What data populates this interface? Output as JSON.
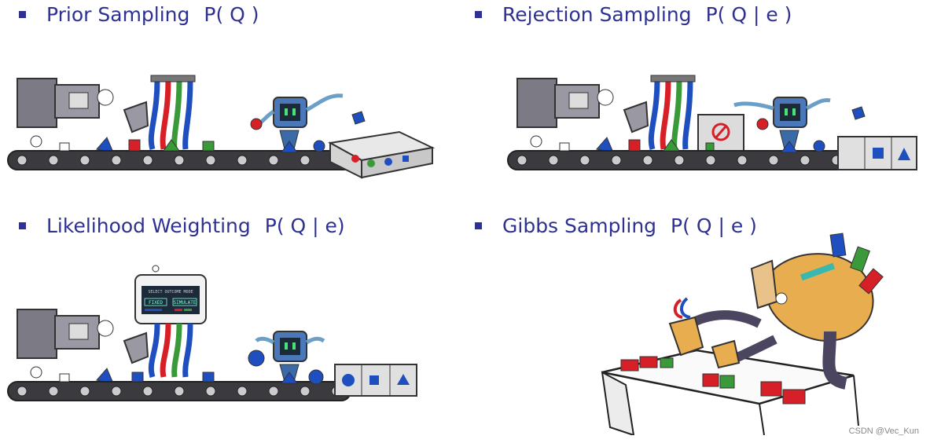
{
  "sections": [
    {
      "id": "prior",
      "label": "Prior Sampling",
      "formula": "P( Q )"
    },
    {
      "id": "rejection",
      "label": "Rejection Sampling",
      "formula": "P( Q | e )"
    },
    {
      "id": "likelihood",
      "label": "Likelihood Weighting",
      "formula": "P( Q | e)"
    },
    {
      "id": "gibbs",
      "label": "Gibbs Sampling",
      "formula": "P( Q | e )"
    }
  ],
  "machine_panel": {
    "title": "SELECT OUTCOME MODE",
    "fixed": "FIXED",
    "simulate": "SIMULATE"
  },
  "watermark": "CSDN @Vec_Kun",
  "colors": {
    "heading": "#2e3192",
    "red": "#d61f26",
    "green": "#3a9a3a",
    "blue": "#1f4fbf"
  }
}
